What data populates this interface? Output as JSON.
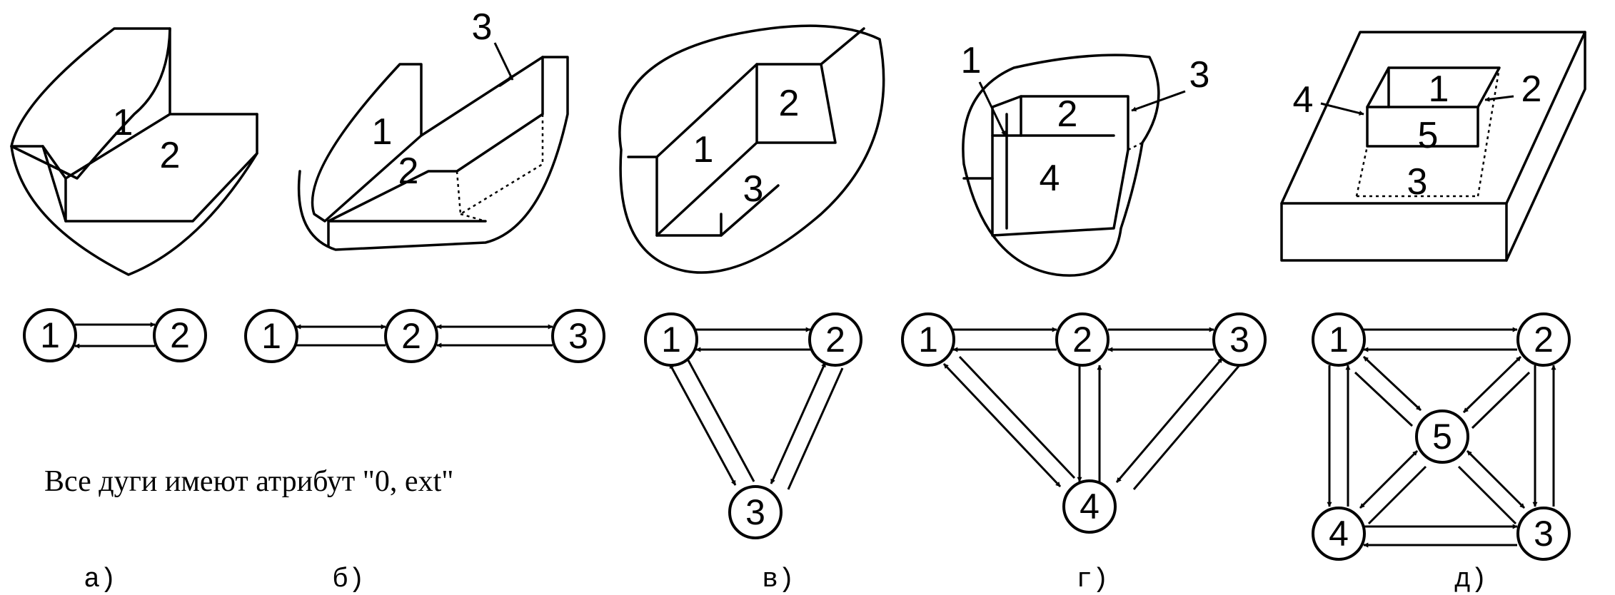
{
  "panels": [
    {
      "caption": "а)",
      "faces": [
        "1",
        "2"
      ],
      "nodes": [
        "1",
        "2"
      ]
    },
    {
      "caption": "б)",
      "faces": [
        "1",
        "2",
        "3"
      ],
      "nodes": [
        "1",
        "2",
        "3"
      ]
    },
    {
      "caption": "в)",
      "faces": [
        "1",
        "2",
        "3"
      ],
      "nodes": [
        "1",
        "2",
        "3"
      ]
    },
    {
      "caption": "г)",
      "faces": [
        "1",
        "2",
        "3",
        "4"
      ],
      "nodes": [
        "1",
        "2",
        "3",
        "4"
      ]
    },
    {
      "caption": "д)",
      "faces": [
        "1",
        "2",
        "3",
        "4",
        "5"
      ],
      "nodes": [
        "1",
        "2",
        "3",
        "4",
        "5"
      ]
    }
  ],
  "note": "Все дуги имеют атрибут \"0, ext\""
}
